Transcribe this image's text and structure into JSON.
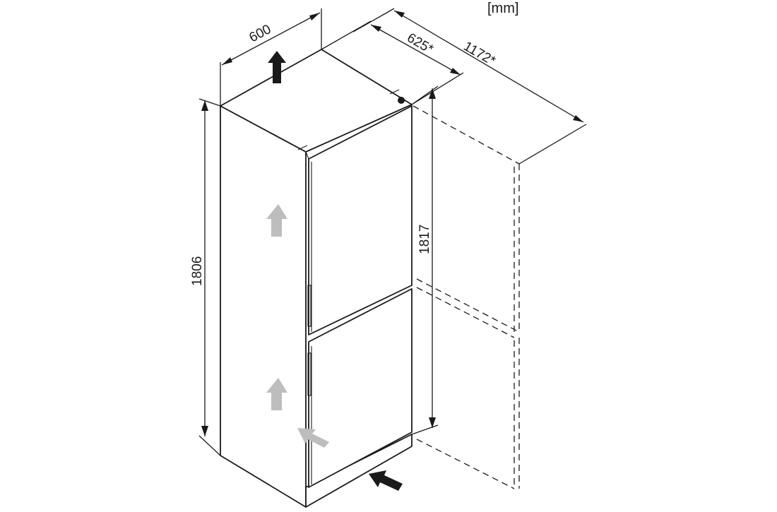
{
  "unit_label": "[mm]",
  "dimensions": {
    "width": "600",
    "depth": "625*",
    "depth_door_open": "1172*",
    "height": "1806",
    "height_with_niche": "1817"
  },
  "colors": {
    "line": "#1a1a1a",
    "airflow_exhaust": "#1a1a1a",
    "airflow_internal": "#bdbdbd"
  },
  "icons": [
    "airflow-up-arrow",
    "airflow-intake-arrow",
    "door-hinge"
  ]
}
